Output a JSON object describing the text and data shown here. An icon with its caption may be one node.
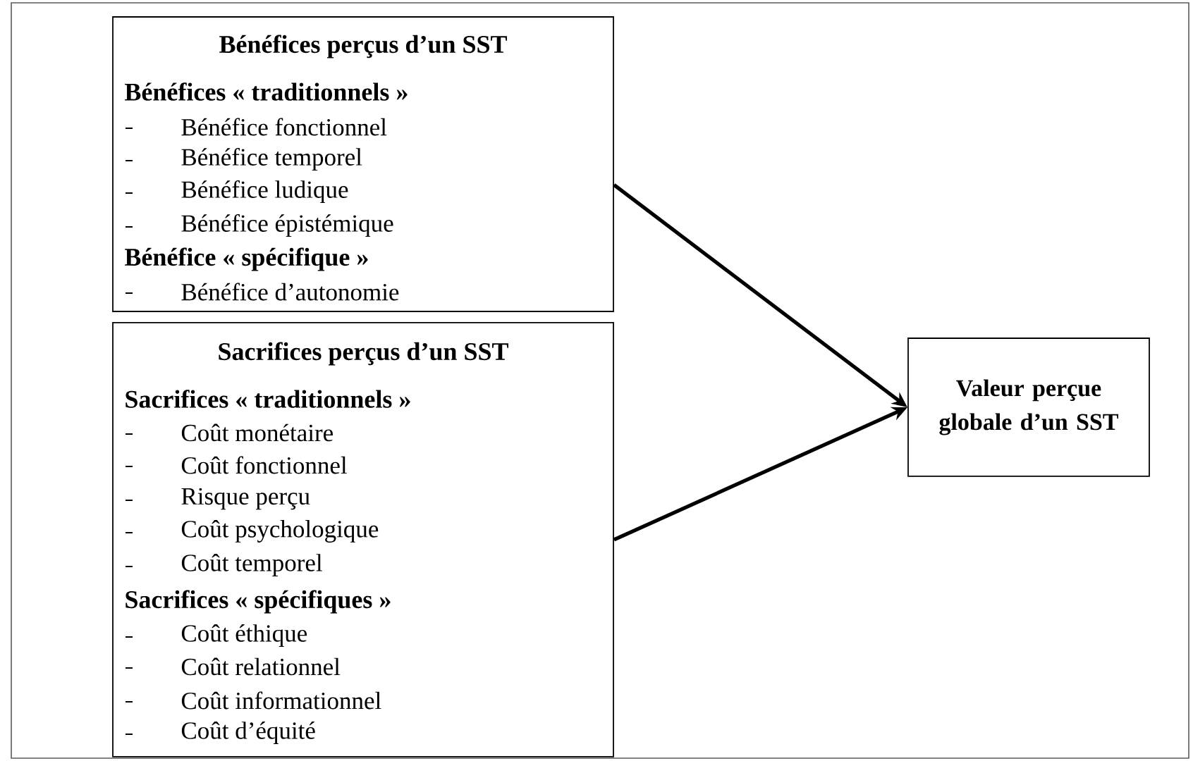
{
  "diagram": {
    "nodes": [
      {
        "text": [
          "Bénéfices perçus d’un SST",
          "Bénéfices « traditionnels »",
          "Bénéfice fonctionnel",
          "Bénéfice temporel",
          "Bénéfice ludique",
          "Bénéfice épistémique",
          "Bénéfice « spécifique »",
          "Bénéfice d’autonomie"
        ]
      },
      {
        "text": [
          "Sacrifices perçus d’un SST",
          "Sacrifices « traditionnels »",
          "Coût monétaire",
          "Coût fonctionnel",
          "Risque perçu",
          "Coût psychologique",
          "Coût temporel",
          "Sacrifices « spécifiques »",
          "Coût éthique",
          "Coût relationnel",
          "Coût informationnel",
          "Coût d’équité"
        ]
      },
      {
        "text": [
          "Valeur perçue globale d’un SST"
        ]
      }
    ],
    "edges": [
      {
        "from": 0,
        "to": 2,
        "arrow": "to"
      },
      {
        "from": 1,
        "to": 2,
        "arrow": "to"
      }
    ]
  }
}
